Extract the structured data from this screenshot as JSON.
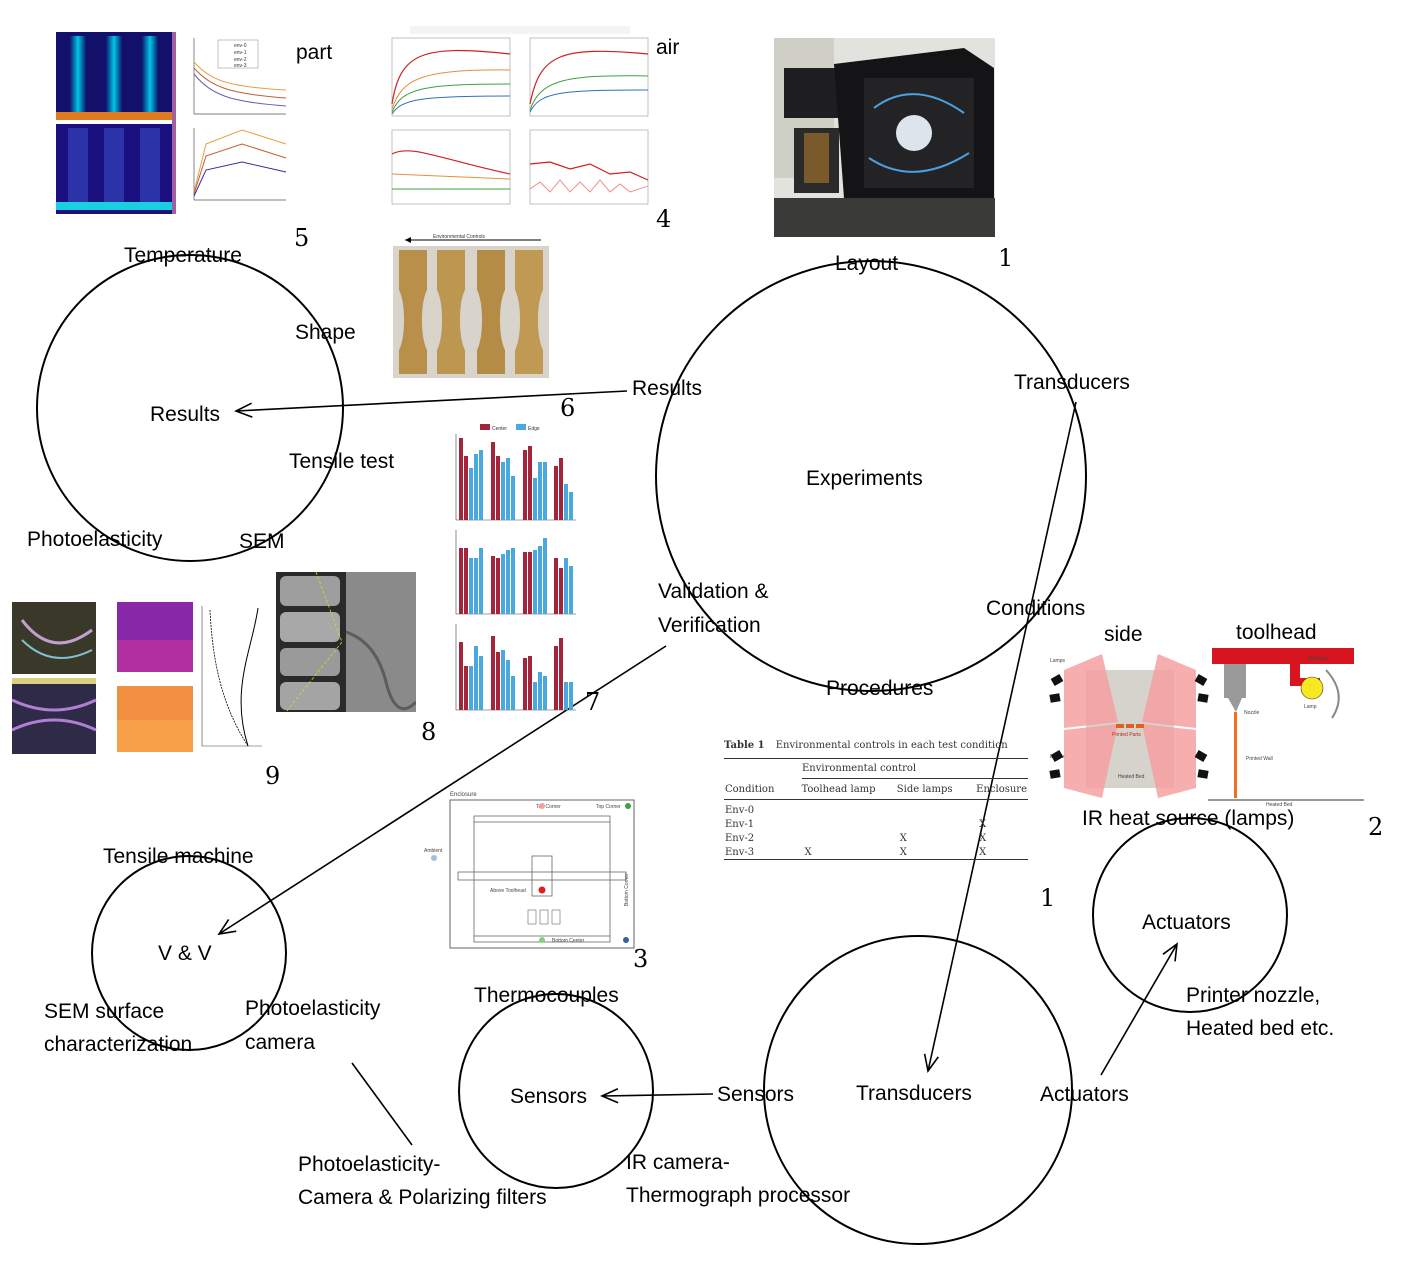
{
  "nodes": {
    "experiments": {
      "center": "Experiments",
      "top": "Layout",
      "right_top": "Transducers",
      "right_bottom": "Conditions",
      "bottom": "Procedures",
      "left_top": "Results",
      "left_bottom_1": "Validation &",
      "left_bottom_2": "Verification"
    },
    "results": {
      "center": "Results",
      "top": "Temperature",
      "right_1": "Shape",
      "right_2": "Tensile test",
      "bottom_left": "Photoelasticity",
      "bottom_right": "SEM"
    },
    "vv": {
      "center": "V & V",
      "top": "Tensile machine",
      "bottom_left_1": "SEM surface",
      "bottom_left_2": "characterization",
      "bottom_right_1": "Photoelasticity",
      "bottom_right_2": "camera"
    },
    "sensors": {
      "center": "Sensors",
      "top": "Thermocouples",
      "bottom_left_1": "Photoelasticity-",
      "bottom_left_2": "Camera & Polarizing filters",
      "bottom_right_1": "IR camera-",
      "bottom_right_2": "Thermograph processor"
    },
    "transducers": {
      "center": "Transducers",
      "left": "Sensors",
      "right": "Actuators"
    },
    "actuators": {
      "center": "Actuators",
      "top": "IR heat source (lamps)",
      "bottom_1": "Printer nozzle,",
      "bottom_2": "Heated bed etc."
    }
  },
  "figures": {
    "fig5": {
      "number": "5",
      "tag": "part",
      "legend": [
        "env-0",
        "env-1",
        "env-2",
        "env-3"
      ]
    },
    "fig4": {
      "number": "4",
      "tag": "air"
    },
    "fig1_photo": {
      "number": "1"
    },
    "fig6": {
      "number": "6",
      "caption": "Environmental Controls"
    },
    "fig8_chart": {
      "legend_a": "Center",
      "legend_b": "Edge"
    },
    "fig7": {
      "number": "7"
    },
    "fig8": {
      "number": "8"
    },
    "fig9": {
      "number": "9"
    },
    "fig2": {
      "number": "2",
      "label_side": "side",
      "label_toolhead": "toolhead",
      "lamps": "Lamps",
      "printed_parts": "Printed Parts",
      "heated_bed": "Heated Bed",
      "reflector": "Reflector",
      "lamp": "Lamp",
      "nozzle": "Nozzle",
      "printed_wall": "Printed Wall"
    },
    "fig3": {
      "number": "3",
      "enclosure": "Enclosure",
      "top_corner": "Top Corner",
      "ambient": "Ambient",
      "above_toolhead": "Above Toolhead",
      "bottom_center": "Bottom Center",
      "bottom_corner": "Bottom Corner"
    },
    "table1": {
      "number": "1",
      "title": "Table 1",
      "caption": "Environmental controls in each test condition",
      "group_header": "Environmental control",
      "columns": [
        "Condition",
        "Toolhead lamp",
        "Side lamps",
        "Enclosure"
      ],
      "rows": [
        [
          "Env-0",
          "",
          "",
          ""
        ],
        [
          "Env-1",
          "",
          "",
          "X"
        ],
        [
          "Env-2",
          "",
          "X",
          "X"
        ],
        [
          "Env-3",
          "X",
          "X",
          "X"
        ]
      ]
    }
  }
}
